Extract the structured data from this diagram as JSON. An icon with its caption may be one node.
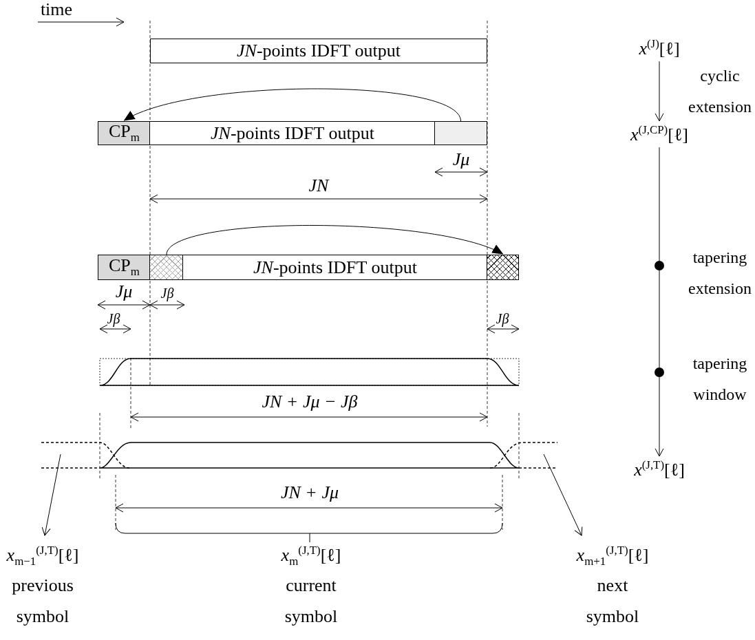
{
  "diagram": {
    "nodes": [
      {
        "text": [
          "*JN*-points IDFT output"
        ]
      },
      {
        "text": [
          "CP$_{m}$"
        ]
      },
      {
        "text": [
          "*JN*-points IDFT output"
        ]
      },
      {
        "text": [],
        "shape": "box"
      },
      {
        "text": [
          "CP$_{m}$"
        ]
      },
      {
        "text": [],
        "shape": "box"
      },
      {
        "text": [
          "*JN*-points IDFT output"
        ]
      },
      {
        "text": [],
        "shape": "box"
      },
      {
        "text": [
          "*x*$^{(J)}$[ℓ]"
        ]
      },
      {
        "text": [
          "*x*$^{(J,CP)}$[ℓ]"
        ]
      },
      {
        "text": [],
        "shape": "circle",
        "beside": [
          "tapering extension"
        ]
      },
      {
        "text": [],
        "shape": "circle",
        "beside": [
          "tapering window"
        ]
      },
      {
        "text": [
          "*x*$^{(J,T)}$[ℓ]"
        ]
      },
      {
        "text": [
          "*x*$_{m−1}$$^{(J,T)}$[ℓ]",
          "previous symbol"
        ]
      },
      {
        "text": [
          "*x*$_{m}$$^{(J,T)}$[ℓ]",
          "current symbol"
        ]
      },
      {
        "text": [
          "*x*$_{m+1}$$^{(J,T)}$[ℓ]",
          "next symbol"
        ]
      }
    ],
    "edges": [
      {
        "from": 3,
        "to": 1,
        "arrow": "to"
      },
      {
        "from": 5,
        "to": 7,
        "arrow": "to"
      },
      {
        "from": 8,
        "to": 9,
        "arrow": "to",
        "label": "cyclic extension"
      },
      {
        "from": 9,
        "to": 10,
        "arrow": "none"
      },
      {
        "from": 10,
        "to": 11,
        "arrow": "none"
      },
      {
        "from": 11,
        "to": 12,
        "arrow": "to"
      },
      {
        "from": null,
        "to": 13,
        "arrow": "to"
      },
      {
        "from": null,
        "to": 15,
        "arrow": "to"
      }
    ],
    "labels": [
      "time",
      "Jμ",
      "JN",
      "Jμ",
      "Jβ",
      "Jβ",
      "Jβ",
      "JN + Jμ − Jβ",
      "JN + Jμ"
    ]
  }
}
